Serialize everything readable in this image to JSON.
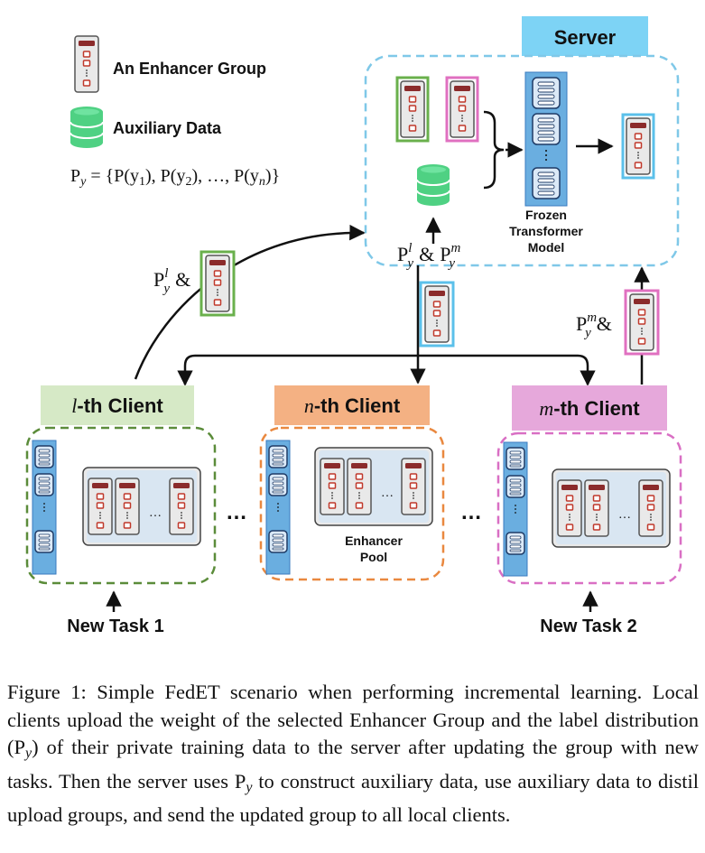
{
  "legend": {
    "enhancer_group": "An Enhancer Group",
    "auxiliary_data": "Auxiliary Data",
    "py_formula": "P_y = {P(y₁), P(y₂), …, P(y_n)}",
    "py_head": "P",
    "py_sub": "y",
    "py_body": " = {P(y",
    "y1_sub": "1",
    "comma1": "), P(y",
    "y2_sub": "2",
    "comma2": "), …, P(y",
    "yn_sub": "n",
    "close": ")}"
  },
  "server": {
    "title": "Server",
    "model_label_1": "Frozen",
    "model_label_2": "Transformer",
    "model_label_3": "Model"
  },
  "labels": {
    "p_letter": "P",
    "l_sup": "l",
    "m_sup": "m",
    "y_sub": "y",
    "amp": "&",
    "dots": "…",
    "ellipsis": "…"
  },
  "clients": [
    {
      "title_italic": "l",
      "title_rest": "-th Client",
      "color": "#d6e9c6",
      "border": "#5b8c3a",
      "task": "New Task 1"
    },
    {
      "title_italic": "n",
      "title_rest": "-th Client",
      "color": "#f4b183",
      "border": "#e9883f",
      "pool": "Enhancer",
      "pool2": "Pool"
    },
    {
      "title_italic": "m",
      "title_rest": "-th Client",
      "color": "#e6a8db",
      "border": "#d96fc4",
      "task": "New Task 2"
    }
  ],
  "colors": {
    "server_header": "#7dd3f5",
    "server_border": "#7fc8e8",
    "db_green": "#4fd183",
    "enhancer_red": "#8b2b2b",
    "green_highlight": "#6ab04c",
    "pink_highlight": "#e070c0",
    "blue_highlight": "#5bc0ea",
    "model_blue": "#6aaee0"
  },
  "caption": "Figure 1: Simple FedET scenario when performing incremental learning. Local clients upload the weight of the selected Enhancer Group and the label distribution (P𝑦) of their private training data to the server after updating the group with new tasks. Then the server uses P𝑦 to construct auxiliary data, use auxiliary data to distil upload groups, and send the updated group to all local clients.",
  "caption_parts": {
    "a": "Figure 1: Simple FedET scenario when performing incremental learning. Local clients upload the weight of the selected Enhancer Group and the label distribution (P",
    "sub1": "y",
    "b": ") of their private training data to the server after updating the group with new tasks. Then the server uses P",
    "sub2": "y",
    "c": " to construct auxiliary data, use auxiliary data to distil upload groups, and send the updated group to all local clients."
  }
}
